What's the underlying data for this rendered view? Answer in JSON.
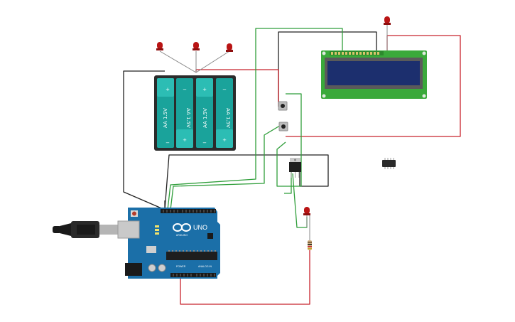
{
  "battery_pack": {
    "cells": [
      {
        "label": "AA 1.5V",
        "plus": "+",
        "minus": "−"
      },
      {
        "label": "AA 1.5V",
        "plus": "+",
        "minus": "−"
      },
      {
        "label": "AA 1.5V",
        "plus": "+",
        "minus": "−"
      },
      {
        "label": "AA 1.5V",
        "plus": "+",
        "minus": "−"
      }
    ]
  },
  "arduino": {
    "logo_text": "UNO",
    "brand": "ARDUINO",
    "header_power": "POWER",
    "header_analog": "ANALOG IN"
  },
  "colors": {
    "wire_black": "#222222",
    "wire_red": "#c8232c",
    "wire_green": "#2f9e3a",
    "board_blue": "#1b6fa8",
    "lcd_pcb": "#3aa93a",
    "lcd_screen": "#1c2f6e",
    "led_red": "#b91414",
    "battery_body": "#2b2b2b",
    "battery_cell": "#1aa39b"
  },
  "components": {
    "leds": 5,
    "pushbuttons": 2,
    "resistors": 1,
    "ic_chip": 1,
    "transistor": 1
  }
}
